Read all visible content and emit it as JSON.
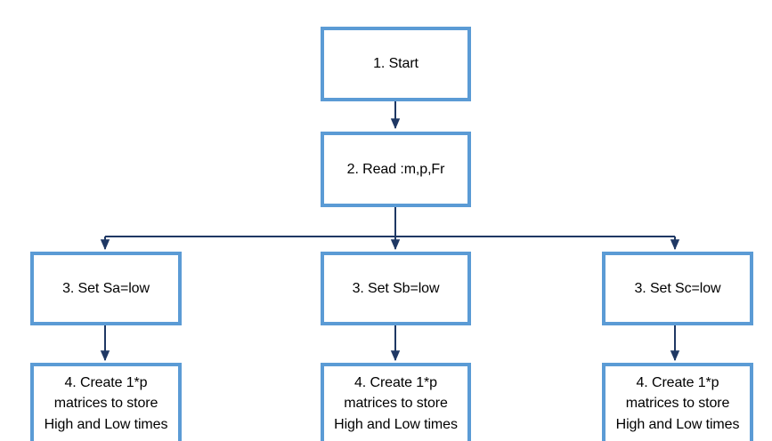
{
  "diagram": {
    "title": "Flowchart",
    "colors": {
      "node_border": "#5b9bd5",
      "node_fill": "#ffffff",
      "connector": "#1f3864",
      "background": "#ffffff",
      "text": "#000000"
    },
    "nodes": {
      "start": {
        "label": "1. Start"
      },
      "read": {
        "label": "2. Read :m,p,Fr"
      },
      "set_sa": {
        "label": "3. Set Sa=low"
      },
      "set_sb": {
        "label": "3. Set Sb=low"
      },
      "set_sc": {
        "label": "3. Set Sc=low"
      },
      "create_a": {
        "label": "4. Create 1*p\nmatrices to store\nHigh and Low times"
      },
      "create_b": {
        "label": "4. Create 1*p\nmatrices to store\nHigh and Low times"
      },
      "create_c": {
        "label": "4. Create 1*p\nmatrices to store\nHigh and Low times"
      }
    },
    "edges": [
      {
        "name": "start-to-read",
        "from": "start",
        "to": "read",
        "type": "straight-arrow"
      },
      {
        "name": "read-to-set-sa",
        "from": "read",
        "to": "set_sa",
        "type": "branch-arrow"
      },
      {
        "name": "read-to-set-sb",
        "from": "read",
        "to": "set_sb",
        "type": "branch-arrow"
      },
      {
        "name": "read-to-set-sc",
        "from": "read",
        "to": "set_sc",
        "type": "branch-arrow"
      },
      {
        "name": "set-sa-to-create-a",
        "from": "set_sa",
        "to": "create_a",
        "type": "straight-arrow"
      },
      {
        "name": "set-sb-to-create-b",
        "from": "set_sb",
        "to": "create_b",
        "type": "straight-arrow"
      },
      {
        "name": "set-sc-to-create-c",
        "from": "set_sc",
        "to": "create_c",
        "type": "straight-arrow"
      }
    ]
  }
}
